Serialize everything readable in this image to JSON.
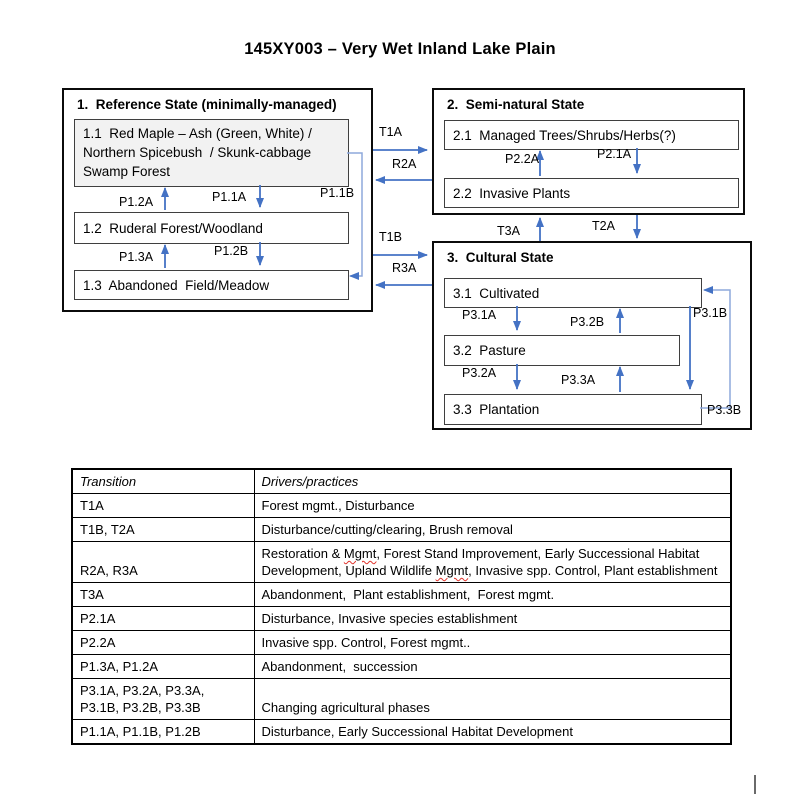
{
  "page_title": "145XY003 – Very Wet Inland Lake Plain",
  "colors": {
    "arrow": "#4472C4",
    "connector": "#8EA9DB",
    "reference_community_fill": "#F2F2F2",
    "spellcheck_underline": "#E0312A"
  },
  "diagram": {
    "states": [
      {
        "title": "1.  Reference State (minimally-managed)",
        "communities": [
          "1.1  Red Maple – Ash (Green, White) / Northern Spicebush  / Skunk-cabbage Swamp Forest",
          "1.2  Ruderal Forest/Woodland",
          "1.3  Abandoned  Field/Meadow"
        ]
      },
      {
        "title": "2.  Semi-natural State",
        "communities": [
          "2.1  Managed Trees/Shrubs/Herbs(?)",
          "2.2  Invasive Plants"
        ]
      },
      {
        "title": "3.  Cultural State",
        "communities": [
          "3.1  Cultivated",
          "3.2  Pasture",
          "3.3  Plantation"
        ]
      }
    ],
    "labels": {
      "t1a": "T1A",
      "r2a": "R2A",
      "t1b": "T1B",
      "r3a": "R3A",
      "t3a": "T3A",
      "t2a": "T2A",
      "p1_1a": "P1.1A",
      "p1_1b": "P1.1B",
      "p1_2a": "P1.2A",
      "p1_2b": "P1.2B",
      "p1_3a": "P1.3A",
      "p2_1a": "P2.1A",
      "p2_2a": "P2.2A",
      "p3_1a": "P3.1A",
      "p3_1b": "P3.1B",
      "p3_2a": "P3.2A",
      "p3_2b": "P3.2B",
      "p3_3a": "P3.3A",
      "p3_3b": "P3.3B"
    }
  },
  "table": {
    "headers": [
      "Transition",
      "Drivers/practices"
    ],
    "rows": [
      {
        "transition": [
          "T1A"
        ],
        "drivers": [
          {
            "t": "Forest mgmt., Disturbance"
          }
        ]
      },
      {
        "transition": [
          "T1B, T2A"
        ],
        "drivers": [
          {
            "t": "Disturbance/cutting/clearing, Brush removal"
          }
        ]
      },
      {
        "transition": [
          "R2A, R3A"
        ],
        "drivers": [
          {
            "t": "Restoration & "
          },
          {
            "t": "Mgmt",
            "misspelled": true
          },
          {
            "t": ", Forest Stand Improvement, Early Successional Habitat Development, Upland Wildlife "
          },
          {
            "t": "Mgmt",
            "misspelled": true
          },
          {
            "t": ", Invasive spp. Control, Plant establishment"
          }
        ]
      },
      {
        "transition": [
          "T3A"
        ],
        "drivers": [
          {
            "t": "Abandonment,  Plant establishment,  Forest mgmt."
          }
        ]
      },
      {
        "transition": [
          "P2.1A"
        ],
        "drivers": [
          {
            "t": "Disturbance, Invasive species establishment"
          }
        ]
      },
      {
        "transition": [
          "P2.2A"
        ],
        "drivers": [
          {
            "t": "Invasive spp. Control, Forest mgmt.."
          }
        ]
      },
      {
        "transition": [
          "P1.3A, P1.2A"
        ],
        "drivers": [
          {
            "t": "Abandonment,  succession"
          }
        ]
      },
      {
        "transition": [
          "P3.1A, P3.2A, P3.3A,",
          "P3.1B, P3.2B, P3.3B"
        ],
        "drivers": [
          {
            "t": "Changing agricultural phases"
          }
        ]
      },
      {
        "transition": [
          "P1.1A, P1.1B, P1.2B"
        ],
        "drivers": [
          {
            "t": "Disturbance, Early Successional Habitat Development"
          }
        ]
      }
    ]
  }
}
